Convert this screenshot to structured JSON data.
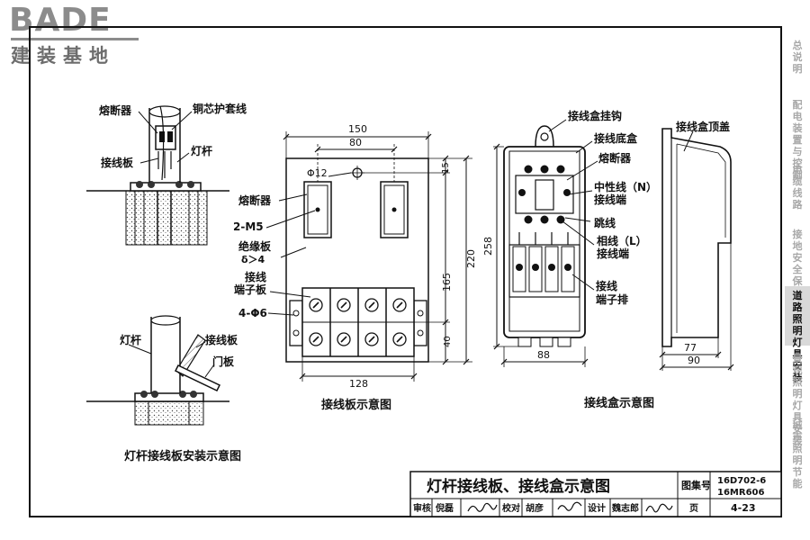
{
  "logo": {
    "word": "BADE",
    "cn": "建装基地"
  },
  "side_tabs": [
    {
      "label": "总说明",
      "active": false
    },
    {
      "label": "配电装置与控制",
      "active": false
    },
    {
      "label": "电缆线路",
      "active": false
    },
    {
      "label": "接地安全保护",
      "active": false
    },
    {
      "label": "道路照明灯具安装",
      "active": true
    },
    {
      "label": "景观照明灯具安装",
      "active": false
    },
    {
      "label": "城市照明节能",
      "active": false
    }
  ],
  "pole_top": {
    "labels": {
      "fuse": "熔断器",
      "copper_wire": "铜芯护套线",
      "pole": "灯杆",
      "board": "接线板"
    }
  },
  "pole_bottom": {
    "labels": {
      "pole": "灯杆",
      "board": "接线板",
      "door": "门板"
    }
  },
  "left_caption": "灯杆接线板安装示意图",
  "board": {
    "labels": {
      "fuse": "熔断器",
      "screw": "2-M5",
      "insulation1": "绝缘板",
      "insulation2": "δ＞4",
      "terminal1": "接线",
      "terminal2": "端子板",
      "holes": "4-Φ6",
      "hole_dia": "Φ12"
    },
    "dims": {
      "width": "150",
      "hole_spacing": "80",
      "top_offset": "15",
      "height": "220",
      "terminal_height": "165",
      "bottom_offset": "40",
      "bottom_width": "128"
    },
    "caption": "接线板示意图"
  },
  "box": {
    "labels": {
      "hook": "接线盒挂钩",
      "base": "接线底盒",
      "fuse": "熔断器",
      "neutral1": "中性线（N）",
      "neutral2": "接线端",
      "jumper": "跳线",
      "phase1": "相线（L）",
      "phase2": "接线端",
      "terminal1": "接线",
      "terminal2": "端子排",
      "top_cover": "接线盒顶盖"
    },
    "dims": {
      "height": "258",
      "width": "88",
      "side_inner": "77",
      "side_outer": "90"
    },
    "caption": "接线盒示意图"
  },
  "title_block": {
    "title": "灯杆接线板、接线盒示意图",
    "atlas_label": "图集号",
    "atlas_no1": "16D702-6",
    "atlas_no2": "16MR606",
    "review_label": "审核",
    "reviewer": "倪磊",
    "check_label": "校对",
    "checker": "胡彦",
    "design_label": "设计",
    "designer": "魏志郎",
    "page_label": "页",
    "page_no": "4-23"
  }
}
